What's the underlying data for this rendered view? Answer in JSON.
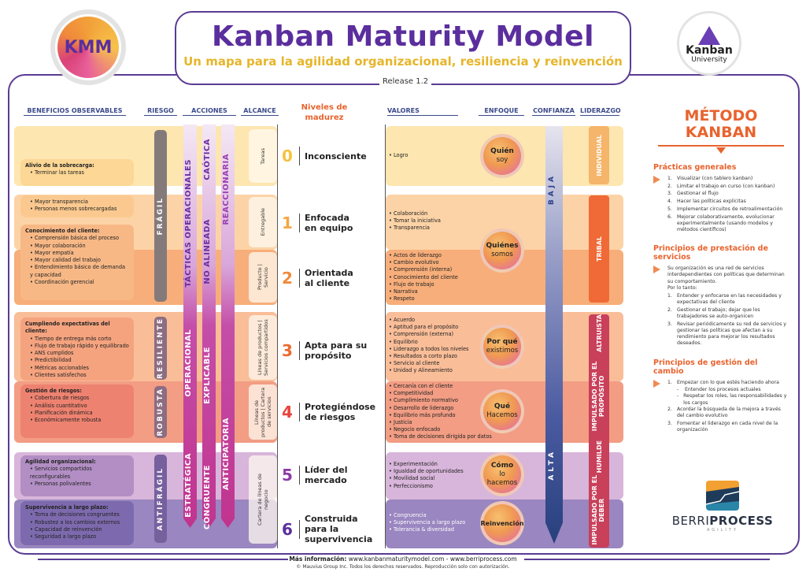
{
  "header": {
    "title": "Kanban Maturity Model",
    "subtitle": "Un mapa para la agilidad organizacional, resiliencia y reinvención",
    "release": "Release 1.2",
    "kmm_logo": "KMM",
    "ku_logo_name": "Kanban",
    "ku_logo_sub": "University"
  },
  "columns": {
    "beneficios": "BENEFICIOS OBSERVABLES",
    "riesgo": "RIESGO",
    "acciones": "ACCIONES",
    "alcance": "ALCANCE",
    "niveles": "Niveles de madurez",
    "valores": "VALORES",
    "enfoque": "ENFOQUE",
    "confianza": "CONFIANZA",
    "liderazgo": "LIDERAZGO"
  },
  "beneficios": [
    {
      "title": "Alivio de la sobrecarga:",
      "items": [
        "Terminar las tareas"
      ]
    },
    {
      "title": "",
      "items": [
        "Mayor transparencia",
        "Personas menos sobrecargadas"
      ]
    },
    {
      "title": "Conocimiento del cliente:",
      "items": [
        "Comprensión básica del proceso",
        "Mayor colaboración",
        "Mayor empatía",
        "Mayor calidad del trabajo",
        "Entendimiento básico de demanda y capacidad",
        "Coordinación gerencial"
      ]
    },
    {
      "title": "Cumpliendo expectativas del cliente:",
      "items": [
        "Tiempo de entrega más corto",
        "Flujo de trabajo rápido y equilibrado",
        "ANS cumplidos",
        "Predictibilidad",
        "Métricas accionables",
        "Clientes satisfechos"
      ]
    },
    {
      "title": "Gestión de riesgos:",
      "items": [
        "Cobertura de riesgos",
        "Análisis cuantitativo",
        "Planificación dinámica",
        "Económicamente robusta"
      ]
    },
    {
      "title": "Agilidad organizacional:",
      "items": [
        "Servicios compartidos reconfigurables",
        "Personas polivalentes"
      ]
    },
    {
      "title": "Supervivencia a largo plazo:",
      "items": [
        "Toma de decisiones congruentes",
        "Robustez a los cambios externos",
        "Capacidad de reinvención",
        "Seguridad a largo plazo"
      ]
    }
  ],
  "riesgo": [
    "FRÁGIL",
    "RESILIENTE",
    "ROBUSTA",
    "ANTIFRÁGIL"
  ],
  "acciones": {
    "col1": [
      "TÁCTICAS OPERACIONALES",
      "OPERACIONAL",
      "ESTRATÉGICA"
    ],
    "col2": [
      "CAÓTICA",
      "NO ALINEADA",
      "EXPLICABLE",
      "CONGRUENTE"
    ],
    "col3": [
      "REACCIONARIA",
      "ANTICIPATORIA"
    ]
  },
  "alcance": [
    "Tareas",
    "Entregable",
    "Producto | Servicio",
    "Líneas de productos | Servicios compartidos",
    "Líneas de productos | Cartera de servicios",
    "Cartera de líneas de negocio"
  ],
  "niveles": [
    {
      "num": "0",
      "name": "Inconsciente",
      "color": "#f5c242"
    },
    {
      "num": "1",
      "name": "Enfocada en equipo",
      "color": "#f5a742"
    },
    {
      "num": "2",
      "name": "Orientada al cliente",
      "color": "#f08a3b"
    },
    {
      "num": "3",
      "name": "Apta para su propósito",
      "color": "#ec6a2e"
    },
    {
      "num": "4",
      "name": "Protegiéndose de riesgos",
      "color": "#e8443e"
    },
    {
      "num": "5",
      "name": "Líder del mercado",
      "color": "#8e3aa6"
    },
    {
      "num": "6",
      "name": "Construida para la supervivencia",
      "color": "#5b2e9e"
    }
  ],
  "valores": [
    [
      "Logro"
    ],
    [
      "Colaboración",
      "Tomar la iniciativa",
      "Transparencia"
    ],
    [
      "Actos de liderazgo",
      "Cambio evolutivo",
      "Comprensión (interna)",
      "Conocimiento del cliente",
      "Flujo de trabajo",
      "Narrativa",
      "Respeto"
    ],
    [
      "Acuerdo",
      "Aptitud para el propósito",
      "Comprensión (externa)",
      "Equilibrio",
      "Liderazgo a todos los niveles",
      "Resultados a corto plazo",
      "Servicio al cliente",
      "Unidad y Alineamiento"
    ],
    [
      "Cercanía con el cliente",
      "Competitividad",
      "Cumplimiento normativo",
      "Desarrollo de liderazgo",
      "Equilibrio más profundo",
      "Justicia",
      "Negocio enfocado",
      "Toma de decisiones dirigida por datos"
    ],
    [
      "Experimentación",
      "Igualdad de oportunidades",
      "Movilidad social",
      "Perfeccionismo"
    ],
    [
      "Congruencia",
      "Supervivencia a largo plazo",
      "Tolerancia & diversidad"
    ]
  ],
  "enfoque": [
    {
      "a": "Quién",
      "b": "soy"
    },
    {
      "a": "Quiénes",
      "b": "somos"
    },
    {
      "a": "Por qué",
      "b": "existimos"
    },
    {
      "a": "Qué",
      "b": "Hacemos"
    },
    {
      "a": "Cómo",
      "b": "lo hacemos"
    },
    {
      "a": "Reinvención",
      "b": ""
    }
  ],
  "confianza": {
    "baja": "BAJA",
    "alta": "ALTA"
  },
  "liderazgo": [
    "INDIVIDUAL",
    "TRIBAL",
    "ALTRUISTA",
    "IMPULSADO POR EL PROPÓSITO",
    "HUMILDE",
    "IMPULSADO POR EL DEBER"
  ],
  "metodo": {
    "title": "MÉTODO KANBAN",
    "practicas_title": "Prácticas generales",
    "practicas": [
      "Visualizar (con tablero kanban)",
      "Limitar el trabajo en curso (con kanban)",
      "Gestionar el flujo",
      "Hacer las políticas explícitas",
      "Implementar circuitos de retroalimentación",
      "Mejorar colaborativamente, evolucionar experimentalmente (usando modelos y métodos científicos)"
    ],
    "servicios_title": "Principios de prestación de servicios",
    "servicios_intro": "Su organización es una red de servicios interdependientes con políticas que determinan su comportamiento.",
    "servicios_porlotanto": "Por lo tanto:",
    "servicios": [
      "Entender y enfocarse en las necesidades y expectativas del cliente",
      "Gestionar el trabajo; dejar que los trabajadores se auto-organicen",
      "Revisar periódicamente su red de servicios y gestionar las políticas que afectan a su rendimiento para mejorar los resultados deseados."
    ],
    "cambio_title": "Principios de gestión del cambio",
    "cambio1": "Empezar con lo que estés haciendo ahora",
    "cambio1_sub": [
      "Entender los procesos actuales",
      "Respetar los roles, las responsabilidades y los cargos"
    ],
    "cambio2": "Acordar la búsqueda de la mejora a través del cambio evolutivo",
    "cambio3": "Fomentar el liderazgo en cada nivel de la organización"
  },
  "berri": {
    "name_light": "BERRI",
    "name_bold": "PROCESS",
    "tag": "AGILITY"
  },
  "footer": {
    "mas_label": "Más información:",
    "mas_links": " www.kanbanmaturitymodel.com - www.berriprocess.com",
    "copyright": "© Mauvius Group Inc. Todos los derechos reservados. Reproducción solo con autorización."
  },
  "colors": {
    "purple": "#5b3b94",
    "orange": "#e8632e",
    "gold": "#e6b52a"
  }
}
